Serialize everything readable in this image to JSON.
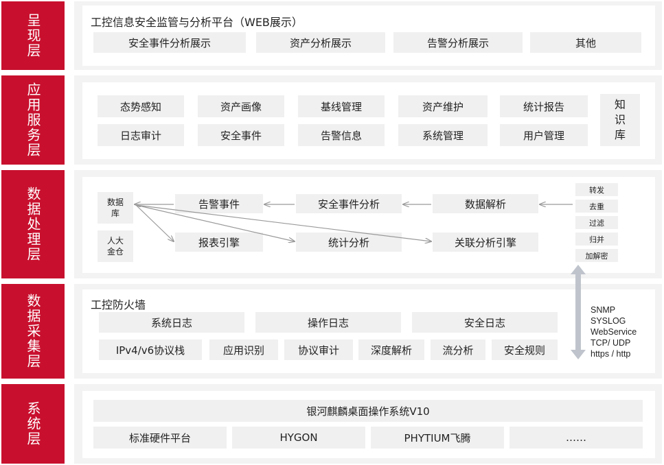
{
  "layers": {
    "presentation": {
      "label": "呈现层",
      "title": "工控信息安全监管与分析平台（WEB展示）",
      "items": [
        "安全事件分析展示",
        "资产分析展示",
        "告警分析展示",
        "其他"
      ]
    },
    "application": {
      "label": "应用服务层",
      "row1": [
        "态势感知",
        "资产画像",
        "基线管理",
        "资产维护",
        "统计报告"
      ],
      "row2": [
        "日志审计",
        "安全事件",
        "告警信息",
        "系统管理",
        "用户管理"
      ],
      "knowledge": "知识库"
    },
    "processing": {
      "label": "数据处理层",
      "database": "数据库",
      "warehouse": "人大金仓",
      "alarm_event": "告警事件",
      "security_event_analysis": "安全事件分析",
      "data_parse": "数据解析",
      "report_engine": "报表引擎",
      "stat_analysis": "统计分析",
      "correlation_engine": "关联分析引擎",
      "ops": [
        "转发",
        "去重",
        "过滤",
        "归并",
        "加解密"
      ]
    },
    "collection": {
      "label": "数据采集层",
      "title": "工控防火墙",
      "row1": [
        "系统日志",
        "操作日志",
        "安全日志"
      ],
      "row2": [
        "IPv4/v6协议栈",
        "应用识别",
        "协议审计",
        "深度解析",
        "流分析",
        "安全规则"
      ],
      "protocols": [
        "SNMP",
        "SYSLOG",
        "WebService",
        "TCP/ UDP",
        "https / http"
      ]
    },
    "system": {
      "label": "系统层",
      "os": "银河麒麟桌面操作系统V10",
      "platforms": [
        "标准硬件平台",
        "HYGON",
        "PHYTIUM飞腾",
        "……"
      ]
    }
  },
  "colors": {
    "label_red": "#c8102e",
    "panel_bg": "#f3f3f3",
    "box_bg": "#f0f0f0",
    "arrow": "#999999",
    "double_arrow": "#bfc4cc"
  }
}
